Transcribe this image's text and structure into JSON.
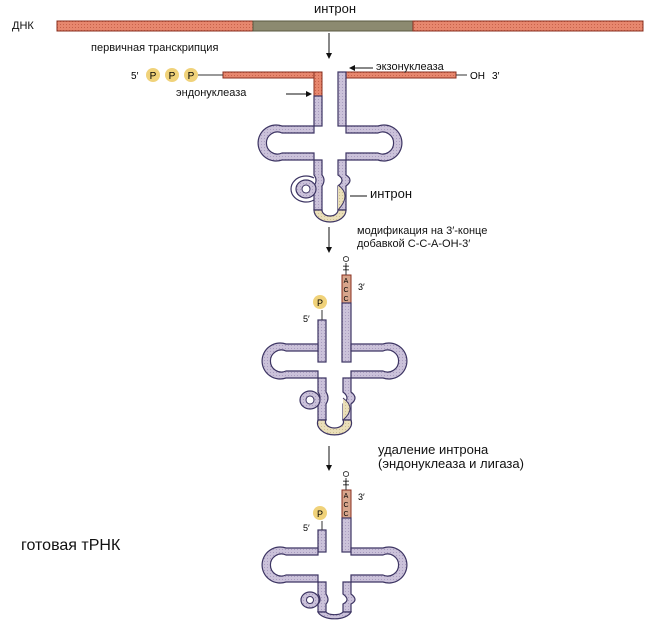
{
  "labels": {
    "dna": "ДНК",
    "intron_dna": "интрон",
    "primary_transcript": "первичная транскрипция",
    "exonuclease": "экзонуклеаза",
    "endonuclease": "эндонуклеаза",
    "intron_loop": "интрон",
    "modification_line1": "модификация на 3′-конце",
    "modification_line2": "добавкой С-С-А-ОН-3′",
    "removal_line1": "удаление интрона",
    "removal_line2": "(эндонуклеаза и лигаза)",
    "mature_trna": "готовая тРНК"
  },
  "molecule": {
    "five_prime": "5′",
    "three_prime": "3′",
    "phosphate": "P",
    "oh_end": "OH",
    "h": "H",
    "o": "O",
    "cca": [
      "A",
      "C",
      "C"
    ]
  },
  "colors": {
    "rna_fill": "#c9bfd8",
    "rna_stroke": "#3d3563",
    "exon_pink": "#e5826a",
    "exon_stroke": "#8a2f1f",
    "intron_fill": "#e8dcb4",
    "dna_intron": "#86836a",
    "phosphate": "#f0d27a",
    "cca_fill": "#d7a58c"
  }
}
